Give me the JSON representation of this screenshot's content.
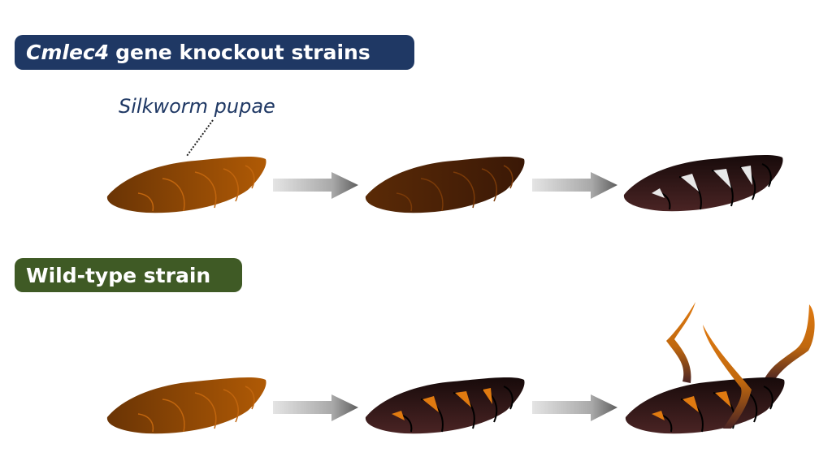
{
  "knockout": {
    "gene": "Cmlec4",
    "label": " gene knockout strains"
  },
  "wildtype": {
    "label": "Wild-type strain"
  },
  "pupae_label": "Silkworm pupae",
  "colors": {
    "navy": "#1f3864",
    "green": "#3f5a25",
    "orange": "#e07a10",
    "dark": "#2a1414"
  }
}
